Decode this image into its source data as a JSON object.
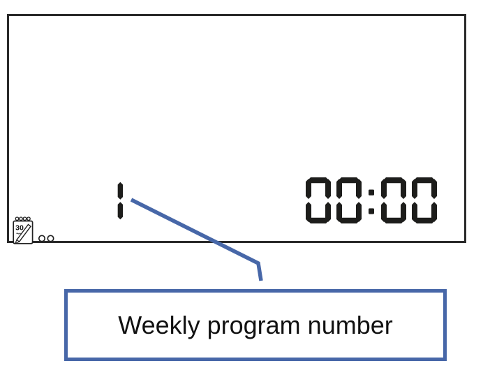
{
  "colors": {
    "accent": "#4767a8",
    "segment": "#1d1d1b",
    "frame": "#2a2a2a",
    "icon_stroke": "#222222",
    "text": "#111111"
  },
  "device_display": {
    "program_number": "1",
    "time": "00:00",
    "calendar_icon": {
      "name": "calendar-pencil-icon",
      "day": "30"
    },
    "indicator_dots": {
      "name": "indicator-dots-icon",
      "count": 2
    }
  },
  "callout": {
    "label": "Weekly program number"
  }
}
